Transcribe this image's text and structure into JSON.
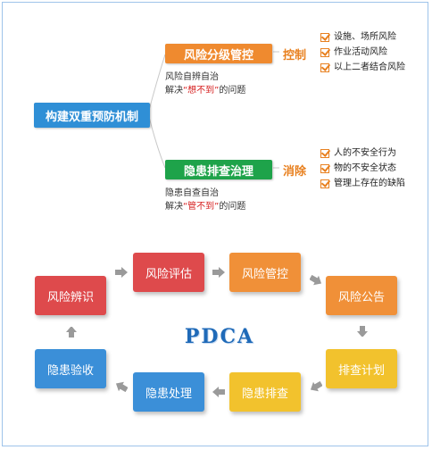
{
  "root": {
    "label": "构建双重预防机制"
  },
  "branches": [
    {
      "label": "风险分级管控",
      "tag": "控制",
      "desc_line1": "风险自辨自治",
      "desc_line2_prefix": "解决",
      "desc_line2_quote": "“想不到”",
      "desc_line2_suffix": "的问题",
      "checks": [
        "设施、场所风险",
        "作业活动风险",
        "以上二者结合风险"
      ]
    },
    {
      "label": "隐患排查治理",
      "tag": "消除",
      "desc_line1": "隐患自查自治",
      "desc_line2_prefix": "解决",
      "desc_line2_quote": "“管不到”",
      "desc_line2_suffix": "的问题",
      "checks": [
        "人的不安全行为",
        "物的不安全状态",
        "管理上存在的缺陷"
      ]
    }
  ],
  "cycle": {
    "center": "PDCA",
    "steps": [
      "风险辨识",
      "风险评估",
      "风险管控",
      "风险公告",
      "排查计划",
      "隐患排查",
      "隐患处理",
      "隐患验收"
    ]
  },
  "colors": {
    "blue": "#2f8fd6",
    "orange": "#ef8a2f",
    "green": "#1ea34a",
    "red": "#de4a4c",
    "yellow": "#f2c22d"
  }
}
